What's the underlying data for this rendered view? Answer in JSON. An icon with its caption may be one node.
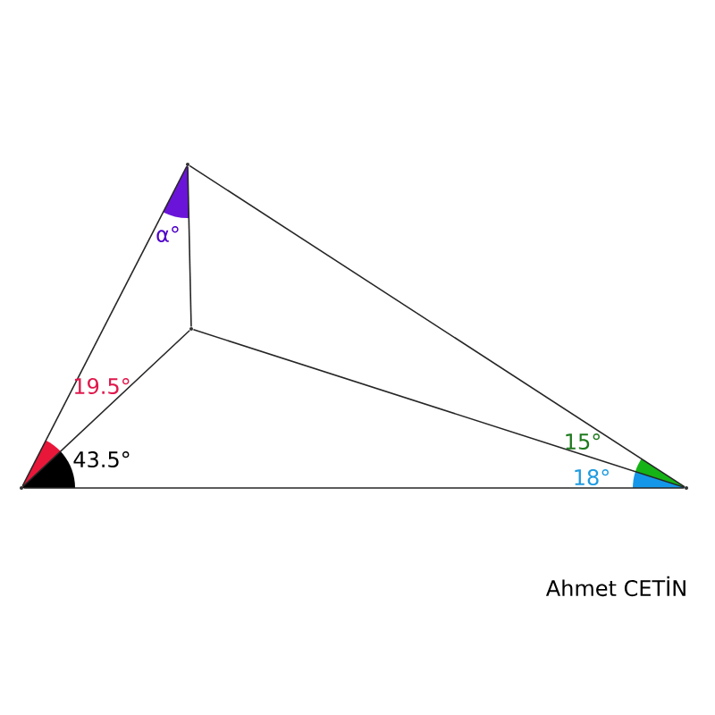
{
  "diagram": {
    "nodes": [
      {
        "text": [],
        "shape": "point"
      },
      {
        "text": [],
        "shape": "point"
      },
      {
        "text": [],
        "shape": "point"
      },
      {
        "text": [],
        "shape": "point"
      }
    ],
    "edges": [
      {
        "from": 2,
        "to": 0,
        "arrow": "none"
      },
      {
        "from": 0,
        "to": 3,
        "arrow": "none"
      },
      {
        "from": 2,
        "to": 3,
        "arrow": "none"
      },
      {
        "from": 0,
        "to": 1,
        "arrow": "none"
      },
      {
        "from": 2,
        "to": 1,
        "arrow": "none"
      },
      {
        "from": 1,
        "to": 3,
        "arrow": "none"
      }
    ],
    "labels": [
      "α°",
      "19.5°",
      "43.5°",
      "15°",
      "18°",
      "Ahmet CETİN"
    ]
  }
}
